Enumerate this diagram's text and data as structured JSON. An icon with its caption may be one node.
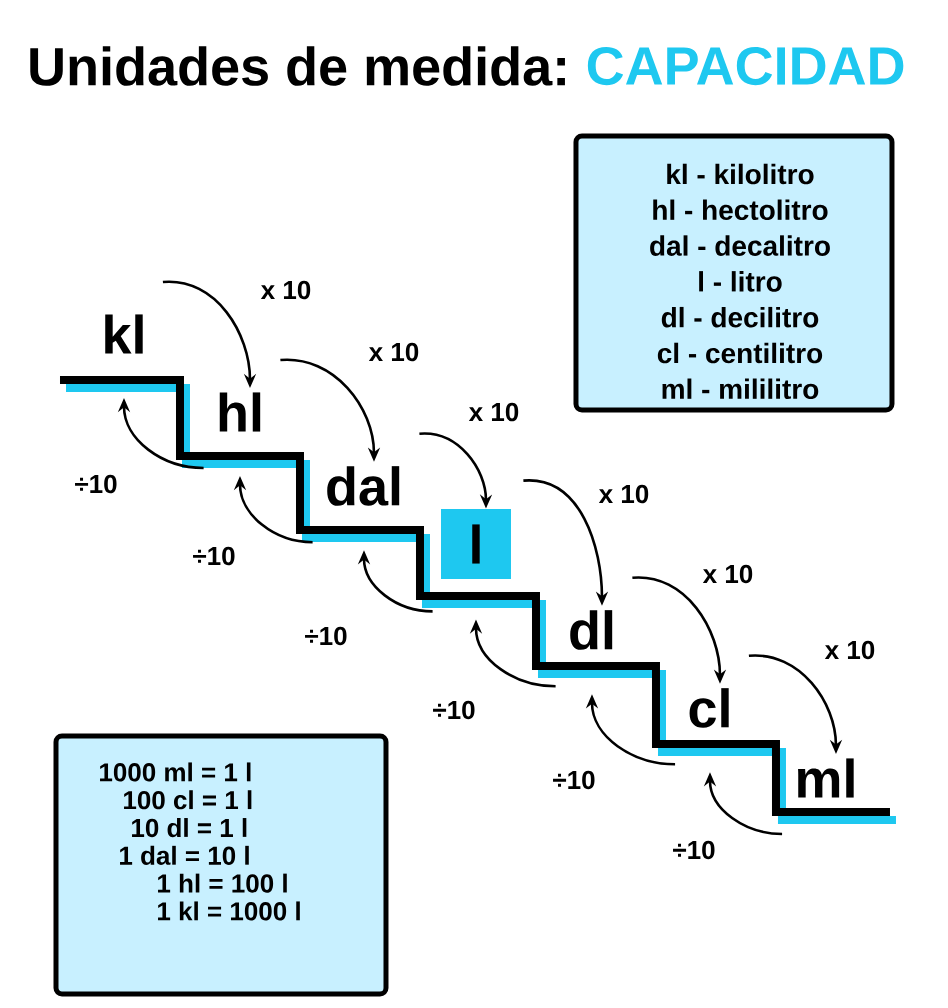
{
  "diagram": {
    "title": "Unidades de medida:",
    "nodes": [
      {
        "text": [
          "kl"
        ]
      },
      {
        "text": [
          "hl"
        ]
      },
      {
        "text": [
          "dal"
        ]
      },
      {
        "text": [
          "l"
        ]
      },
      {
        "text": [
          "dl"
        ]
      },
      {
        "text": [
          "cl"
        ]
      },
      {
        "text": [
          "ml"
        ]
      },
      {
        "text": [
          "kl - kilolitro",
          "hl - hectolitro",
          "dal - decalitro",
          "l - litro",
          "dl - decilitro",
          "cl - centilitro",
          "ml - mililitro"
        ]
      },
      {
        "text": [
          "1000 ml = 1 l",
          "100 cl = 1 l",
          "10 dl = 1 l",
          "1 dal = 10 l",
          "1 hl = 100 l",
          "1 kl = 1000 l"
        ]
      }
    ],
    "edges": [
      {
        "from": 0,
        "to": 1,
        "arrow": "to",
        "label": "x 10"
      },
      {
        "from": 1,
        "to": 2,
        "arrow": "to",
        "label": "x 10"
      },
      {
        "from": 2,
        "to": 3,
        "arrow": "to",
        "label": "x 10"
      },
      {
        "from": 3,
        "to": 4,
        "arrow": "to",
        "label": "x 10"
      },
      {
        "from": 4,
        "to": 5,
        "arrow": "to",
        "label": "x 10"
      },
      {
        "from": 5,
        "to": 6,
        "arrow": "to",
        "label": "x 10"
      },
      {
        "from": 1,
        "to": 0,
        "arrow": "to",
        "label": "÷10"
      },
      {
        "from": 2,
        "to": 1,
        "arrow": "to",
        "label": "÷10"
      },
      {
        "from": 3,
        "to": 2,
        "arrow": "to",
        "label": "÷10"
      },
      {
        "from": 4,
        "to": 3,
        "arrow": "to",
        "label": "÷10"
      },
      {
        "from": 5,
        "to": 4,
        "arrow": "to",
        "label": "÷10"
      },
      {
        "from": 6,
        "to": 5,
        "arrow": "to",
        "label": "÷10"
      }
    ],
    "labels": [
      "CAPACIDAD"
    ]
  }
}
